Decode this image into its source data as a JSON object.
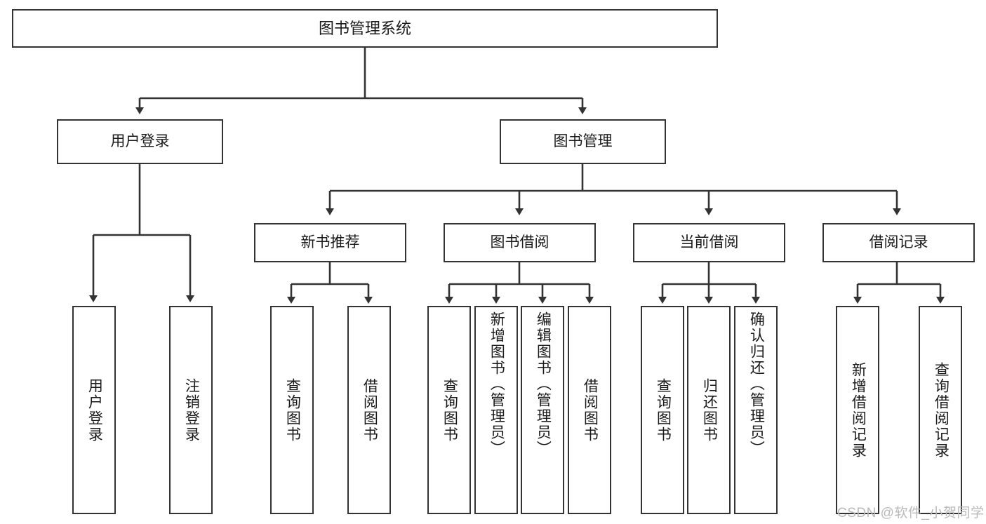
{
  "diagram": {
    "title": "图书管理系统",
    "type": "tree-hierarchy",
    "nodes": {
      "root": {
        "label": "图书管理系统"
      },
      "l2": [
        {
          "label": "用户登录"
        },
        {
          "label": "图书管理"
        }
      ],
      "l3": [
        {
          "label": "新书推荐"
        },
        {
          "label": "图书借阅"
        },
        {
          "label": "当前借阅"
        },
        {
          "label": "借阅记录"
        }
      ],
      "leaves_login": [
        {
          "label": "用户登录"
        },
        {
          "label": "注销登录"
        }
      ],
      "leaves_recommend": [
        {
          "label": "查询图书"
        },
        {
          "label": "借阅图书"
        }
      ],
      "leaves_borrow": [
        {
          "label": "查询图书"
        },
        {
          "label": "新增图书（管理员）"
        },
        {
          "label": "编辑图书（管理员）"
        },
        {
          "label": "借阅图书"
        }
      ],
      "leaves_current": [
        {
          "label": "查询图书"
        },
        {
          "label": "归还图书"
        },
        {
          "label": "确认归还（管理员）"
        }
      ],
      "leaves_records": [
        {
          "label": "新增借阅记录"
        },
        {
          "label": "查询借阅记录"
        }
      ]
    }
  },
  "watermark": {
    "text": "CSDN @软件_小贺同学"
  },
  "colors": {
    "stroke": "#333333",
    "background": "#ffffff",
    "text": "#1a1a1a",
    "watermark": "#b9b9b9"
  }
}
